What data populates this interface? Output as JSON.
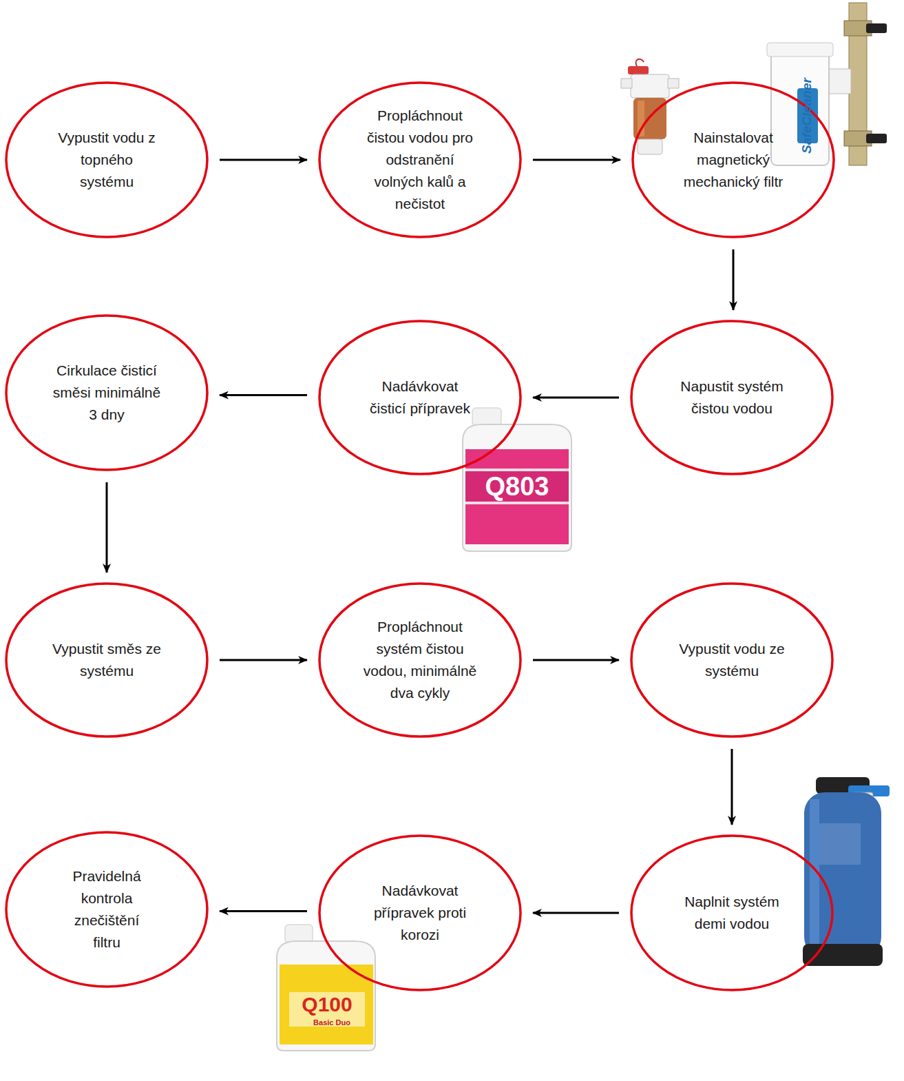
{
  "diagram": {
    "nodes": [
      {
        "text": [
          "Vypustit vodu z topného systému"
        ]
      },
      {
        "text": [
          "Propláchnout čistou vodou pro odstranění volných kalů a nečistot"
        ]
      },
      {
        "text": [
          "Nainstalovat magnetický mechanický filtr"
        ]
      },
      {
        "text": [
          "Napustit systém čistou vodou"
        ]
      },
      {
        "text": [
          "Nadávkovat čisticí přípravek"
        ]
      },
      {
        "text": [
          "Cirkulace čisticí směsi minimálně 3 dny"
        ]
      },
      {
        "text": [
          "Vypustit směs ze systému"
        ]
      },
      {
        "text": [
          "Propláchnout systém čistou vodou, minimálně dva cykly"
        ]
      },
      {
        "text": [
          "Vypustit vodu ze systému"
        ]
      },
      {
        "text": [
          "Naplnit systém demi vodou"
        ]
      },
      {
        "text": [
          "Nadávkovat přípravek proti korozi"
        ]
      },
      {
        "text": [
          "Pravidelná kontrola znečištění filtru"
        ]
      }
    ],
    "edges": [
      {
        "from": 0,
        "to": 1,
        "arrow": "to"
      },
      {
        "from": 1,
        "to": 2,
        "arrow": "to"
      },
      {
        "from": 2,
        "to": 3,
        "arrow": "to"
      },
      {
        "from": 3,
        "to": 4,
        "arrow": "to"
      },
      {
        "from": 4,
        "to": 5,
        "arrow": "to"
      },
      {
        "from": 5,
        "to": 6,
        "arrow": "to"
      },
      {
        "from": 6,
        "to": 7,
        "arrow": "to"
      },
      {
        "from": 7,
        "to": 8,
        "arrow": "to"
      },
      {
        "from": 8,
        "to": 9,
        "arrow": "to"
      },
      {
        "from": 9,
        "to": 10,
        "arrow": "to"
      },
      {
        "from": 10,
        "to": 11,
        "arrow": "to"
      }
    ],
    "labels": [
      "SafeCleaner",
      "Q803",
      "Q100",
      "Basic Duo"
    ]
  }
}
